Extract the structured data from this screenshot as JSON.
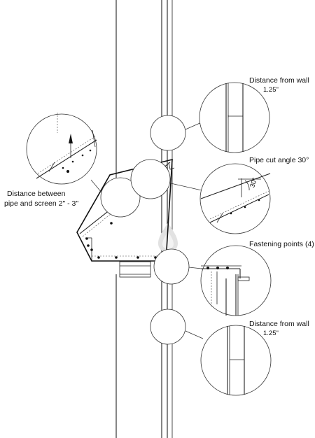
{
  "labels": {
    "distance_wall_top": [
      "Distance from wall",
      "1.25\""
    ],
    "pipe_cut_angle": "Pipe cut angle 30°",
    "angle_value": "30°",
    "distance_pipe_screen": [
      "Distance between",
      "pipe and screen 2\" - 3\""
    ],
    "fastening_points": "Fastening points (4)",
    "distance_wall_bottom": [
      "Distance from wall",
      "1.25\""
    ]
  },
  "colors": {
    "line": "#111111",
    "watermark": "#d8d8d8"
  }
}
